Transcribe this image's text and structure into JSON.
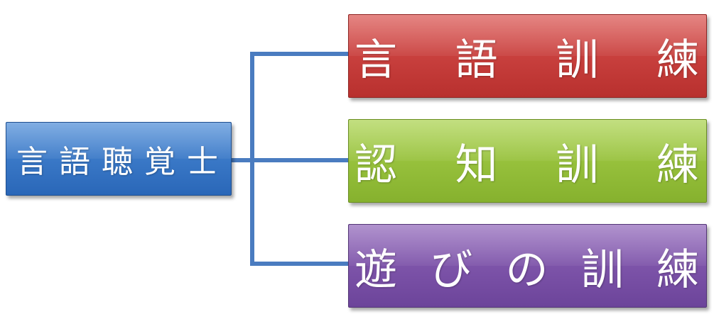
{
  "root": {
    "label": "言語聴覚士",
    "chars": [
      "言",
      "語",
      "聴",
      "覚",
      "士"
    ],
    "color": "#3a78c8"
  },
  "children": [
    {
      "label": "言語訓練",
      "chars": [
        "言",
        "語",
        "訓",
        "練"
      ],
      "color": "#c83c3a"
    },
    {
      "label": "認知訓練",
      "chars": [
        "認",
        "知",
        "訓",
        "練"
      ],
      "color": "#98c23a"
    },
    {
      "label": "遊びの訓練",
      "chars": [
        "遊",
        "び",
        "の",
        "訓",
        "練"
      ],
      "color": "#7d56a8"
    }
  ],
  "connector_color": "#4a7cc0"
}
